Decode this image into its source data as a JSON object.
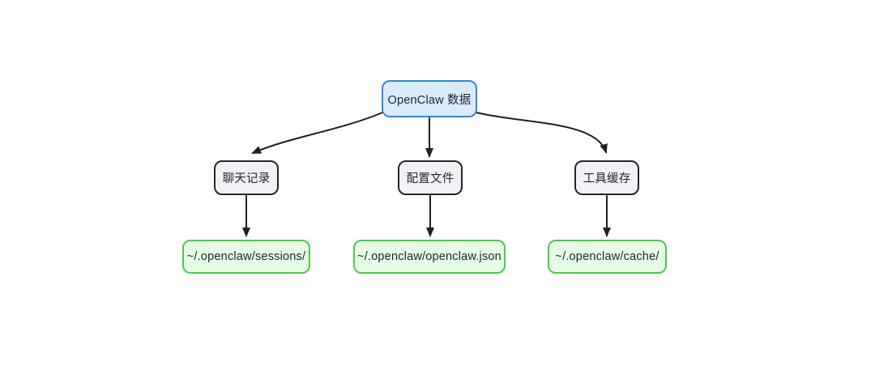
{
  "diagram": {
    "type": "flowchart-top-down",
    "colors": {
      "background": "#ffffff",
      "edge": "#1f1f1f",
      "text": "#1f2430",
      "root_fill": "#d9ecfb",
      "root_stroke": "#3188d6",
      "category_fill": "#f1f2f6",
      "category_stroke": "#262626",
      "path_fill": "#e4fde4",
      "path_stroke": "#4cc94c"
    },
    "root": {
      "label": "OpenClaw 数据"
    },
    "categories": [
      {
        "label": "聊天记录"
      },
      {
        "label": "配置文件"
      },
      {
        "label": "工具缓存"
      }
    ],
    "paths": [
      {
        "label": "~/.openclaw/sessions/"
      },
      {
        "label": "~/.openclaw/openclaw.json"
      },
      {
        "label": "~/.openclaw/cache/"
      }
    ],
    "edges": [
      {
        "from": "OpenClaw 数据",
        "to": "聊天记录"
      },
      {
        "from": "OpenClaw 数据",
        "to": "配置文件"
      },
      {
        "from": "OpenClaw 数据",
        "to": "工具缓存"
      },
      {
        "from": "聊天记录",
        "to": "~/.openclaw/sessions/"
      },
      {
        "from": "配置文件",
        "to": "~/.openclaw/openclaw.json"
      },
      {
        "from": "工具缓存",
        "to": "~/.openclaw/cache/"
      }
    ]
  }
}
